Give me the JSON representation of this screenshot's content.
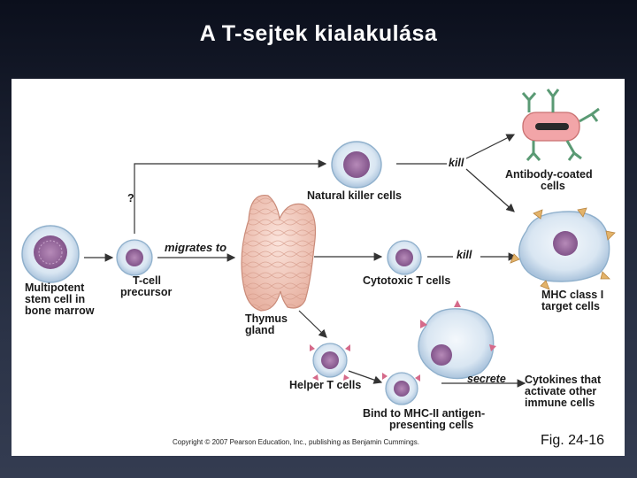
{
  "slide": {
    "title": "A T-sejtek kialakulása"
  },
  "diagram": {
    "stem_cell": [
      "Multipotent",
      "stem cell in",
      "bone marrow"
    ],
    "precursor": [
      "T-cell",
      "precursor"
    ],
    "migrates": "migrates to",
    "question": "?",
    "thymus": [
      "Thymus",
      "gland"
    ],
    "nk": "Natural killer cells",
    "kill": "kill",
    "antibody": [
      "Antibody-coated",
      "cells"
    ],
    "cytotoxic": "Cytotoxic T cells",
    "mhc1": [
      "MHC class I",
      "target cells"
    ],
    "helper": "Helper T cells",
    "secrete": "secrete",
    "cytokines": [
      "Cytokines that",
      "activate other",
      "immune cells"
    ],
    "bind": [
      "Bind to MHC-II antigen-",
      "presenting cells"
    ]
  },
  "footer": {
    "copyright": "Copyright © 2007 Pearson Education, Inc., publishing as Benjamin Cummings.",
    "fig": "Fig. 24-16"
  }
}
